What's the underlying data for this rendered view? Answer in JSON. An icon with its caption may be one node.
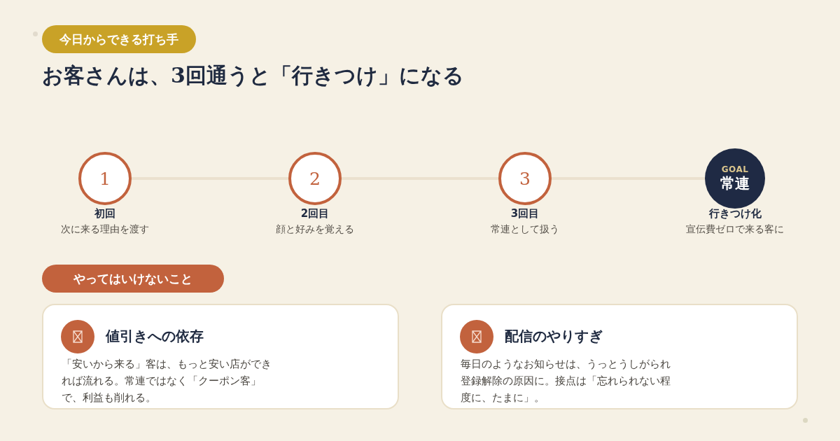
{
  "diagram": {
    "title": "お客さんは、3回通うと「行きつけ」になる",
    "nodes": [
      {
        "text": [
          "今日からできる打ち手"
        ]
      },
      {
        "text": [
          "1"
        ],
        "beside": [
          "初回",
          "次に来る理由を渡す"
        ]
      },
      {
        "text": [
          "2"
        ],
        "beside": [
          "2回目",
          "顔と好みを覚える"
        ]
      },
      {
        "text": [
          "3"
        ],
        "beside": [
          "3回目",
          "常連として扱う"
        ]
      },
      {
        "text": [
          "GOAL",
          "常連"
        ],
        "beside": [
          "行きつけ化",
          "宣伝費ゼロで来る客に"
        ]
      },
      {
        "text": [
          "やってはいけないこと"
        ]
      },
      {
        "text": [
          "値引きへの依存",
          "「安いから来る」客は、もっと安い店ができれば流れる。常連ではなく「クーポン客」で、利益も削れる。"
        ]
      },
      {
        "text": [
          "配信のやりすぎ",
          "毎日のようなお知らせは、うっとうしがられ登録解除の原因に。接点は「忘れられない程度に、たまに」。"
        ]
      }
    ],
    "edges": [
      {
        "from": 1,
        "to": 2,
        "arrow": "none"
      },
      {
        "from": 2,
        "to": 3,
        "arrow": "none"
      },
      {
        "from": 3,
        "to": 4,
        "arrow": "none"
      }
    ]
  }
}
